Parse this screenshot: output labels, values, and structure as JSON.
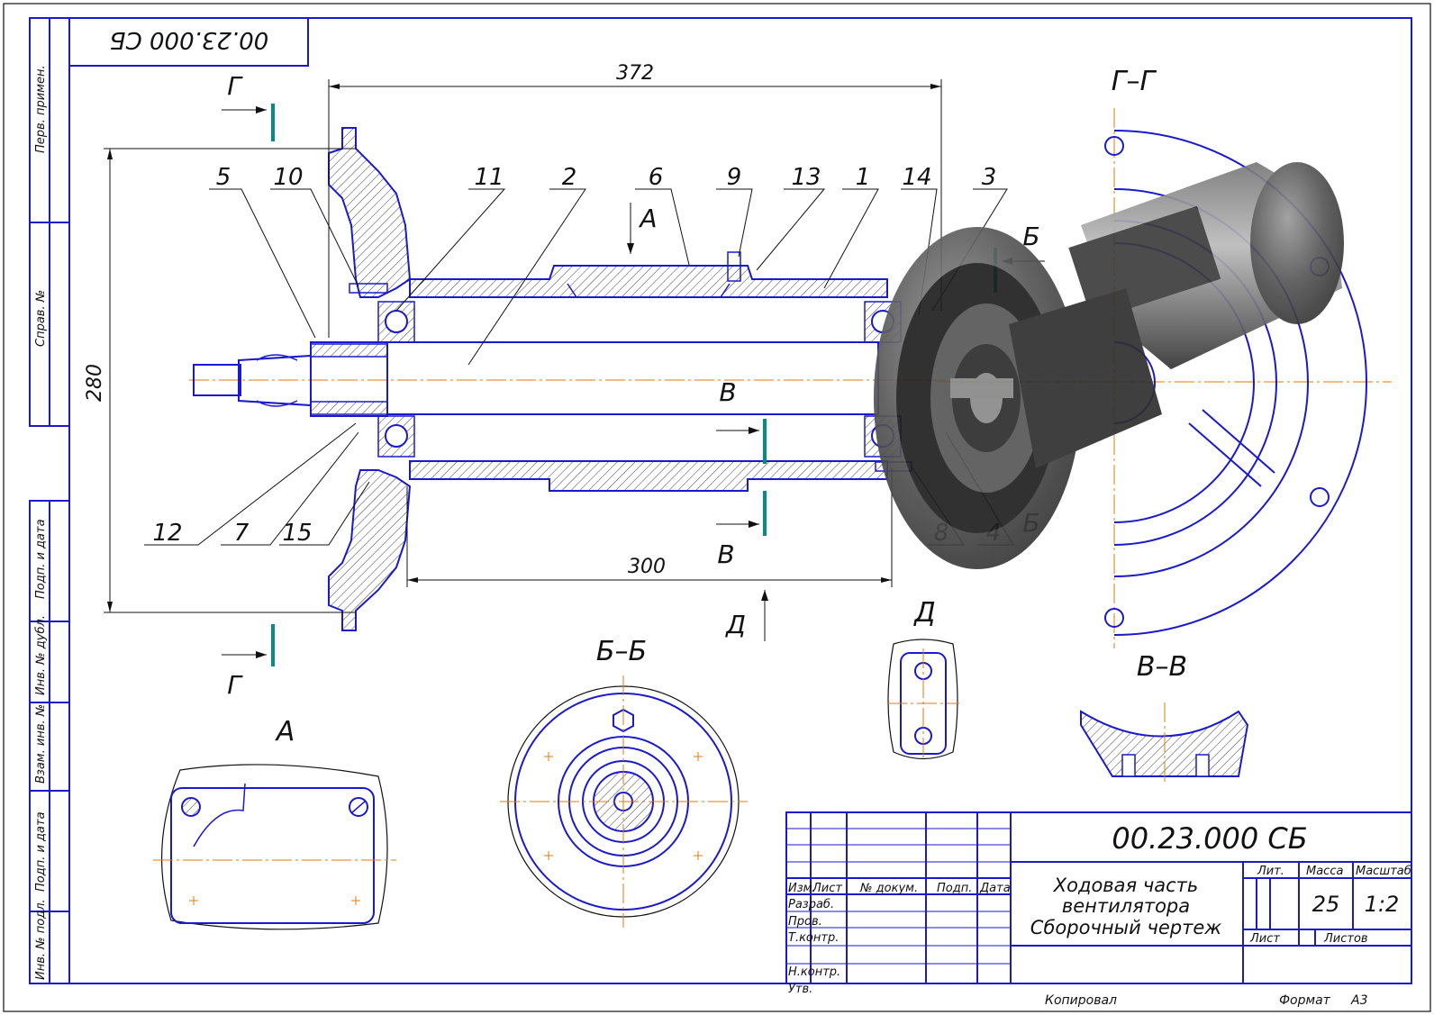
{
  "frame_code": "00.23.000 СБ",
  "side_column": [
    "Перв. примен.",
    "Справ. №",
    "Подп. и дата",
    "Инв. № дубл.",
    "Взам. инв. №",
    "Подп. и дата",
    "Инв. № подл."
  ],
  "dimensions": {
    "overall_length": "372",
    "height": "280",
    "span": "300"
  },
  "callouts": [
    "5",
    "10",
    "11",
    "2",
    "6",
    "9",
    "13",
    "1",
    "14",
    "3",
    "12",
    "7",
    "15",
    "8",
    "4"
  ],
  "section_marks": {
    "g": "Г",
    "a": "А",
    "b": "Б",
    "v": "В",
    "d": "Д"
  },
  "view_titles": {
    "gg": "Г–Г",
    "bb": "Б–Б",
    "vv": "В–В",
    "a": "А",
    "d": "Д"
  },
  "title_block": {
    "designation": "00.23.000 СБ",
    "name_lines": [
      "Ходовая часть",
      "вентилятора",
      "Сборочный чертеж"
    ],
    "header_cols": [
      "Изм.",
      "Лист",
      "№ докум.",
      "Подп.",
      "Дата"
    ],
    "row_labels": [
      "Разраб.",
      "Пров.",
      "Т.контр.",
      "Н.контр.",
      "Утв."
    ],
    "lit_label": "Лит.",
    "mass_label": "Масса",
    "scale_label": "Масштаб",
    "mass": "25",
    "scale": "1:2",
    "sheet_label": "Лист",
    "sheets_label": "Листов"
  },
  "footer": {
    "copied": "Копировал",
    "format_label": "Формат",
    "format": "А3"
  },
  "colors": {
    "outline": "#1a1acc",
    "hatch": "#444444",
    "centerline": "#e07a10",
    "section_mark": "#0a8a84",
    "render": "#3a3a3a"
  }
}
